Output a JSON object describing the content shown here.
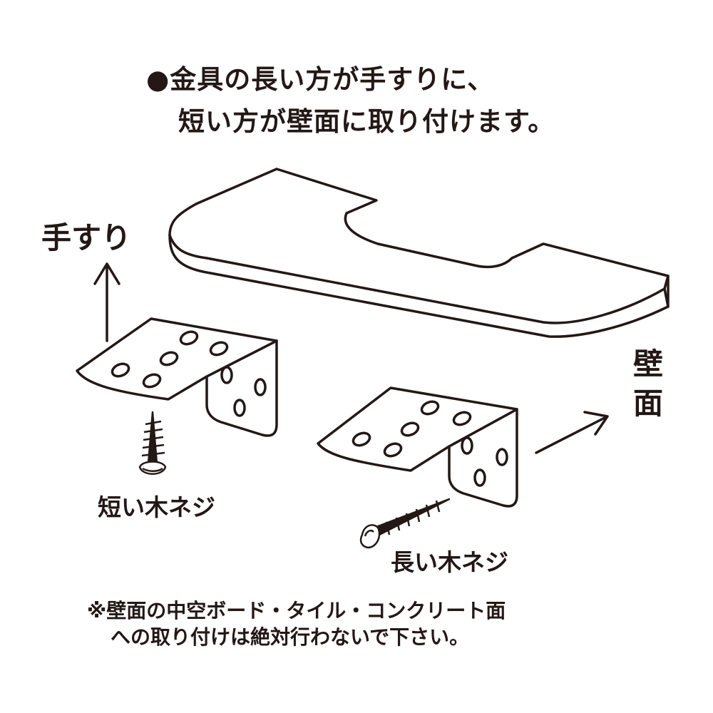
{
  "heading": {
    "line1": "●金具の長い方が手すりに、",
    "line2": "短い方が壁面に取り付けます。"
  },
  "labels": {
    "handrail": "手すり",
    "wall_char1": "壁",
    "wall_char2": "面",
    "short_screw": "短い木ネジ",
    "long_screw": "長い木ネジ"
  },
  "note": {
    "line1": "※壁面の中空ボード・タイル・コンクリート面",
    "line2": "への取り付けは絶対行わないで下さい。"
  },
  "colors": {
    "ink": "#231815",
    "background": "#ffffff"
  }
}
